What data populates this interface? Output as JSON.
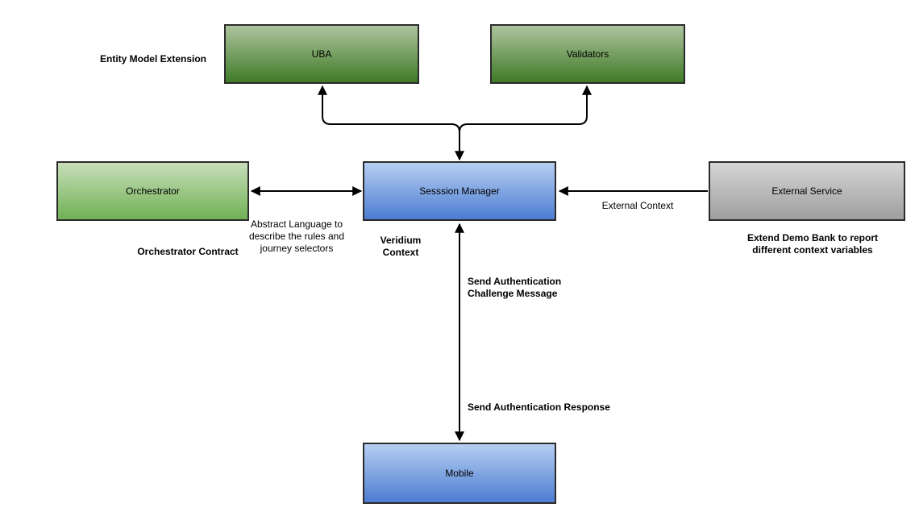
{
  "colors": {
    "line": "#000000",
    "border": "#2b2b2b",
    "green_dark_top": "#aec49e",
    "green_dark_bottom": "#3f7b27",
    "green_light_top": "#c8deba",
    "green_light_bottom": "#70b155",
    "blue_top": "#b6cff2",
    "blue_bottom": "#4c7cd1",
    "gray_top": "#d6d6d6",
    "gray_bottom": "#9e9e9e"
  },
  "nodes": {
    "uba": "UBA",
    "validators": "Validators",
    "orchestrator": "Orchestrator",
    "session_manager": "Sesssion Manager",
    "external_service": "External Service",
    "mobile": "Mobile"
  },
  "annotations": {
    "entity_model_extension": "Entity Model Extension",
    "orchestrator_contract": "Orchestrator Contract",
    "abstract_language": "Abstract Language to\ndescribe the rules and\njourney selectors",
    "veridium_context": "Veridium\nContext",
    "external_context": "External Context",
    "extend_demo_bank": "Extend Demo Bank to report\ndifferent context variables",
    "send_auth_challenge": "Send Authentication\nChallenge Message",
    "send_auth_response": "Send Authentication Response"
  }
}
